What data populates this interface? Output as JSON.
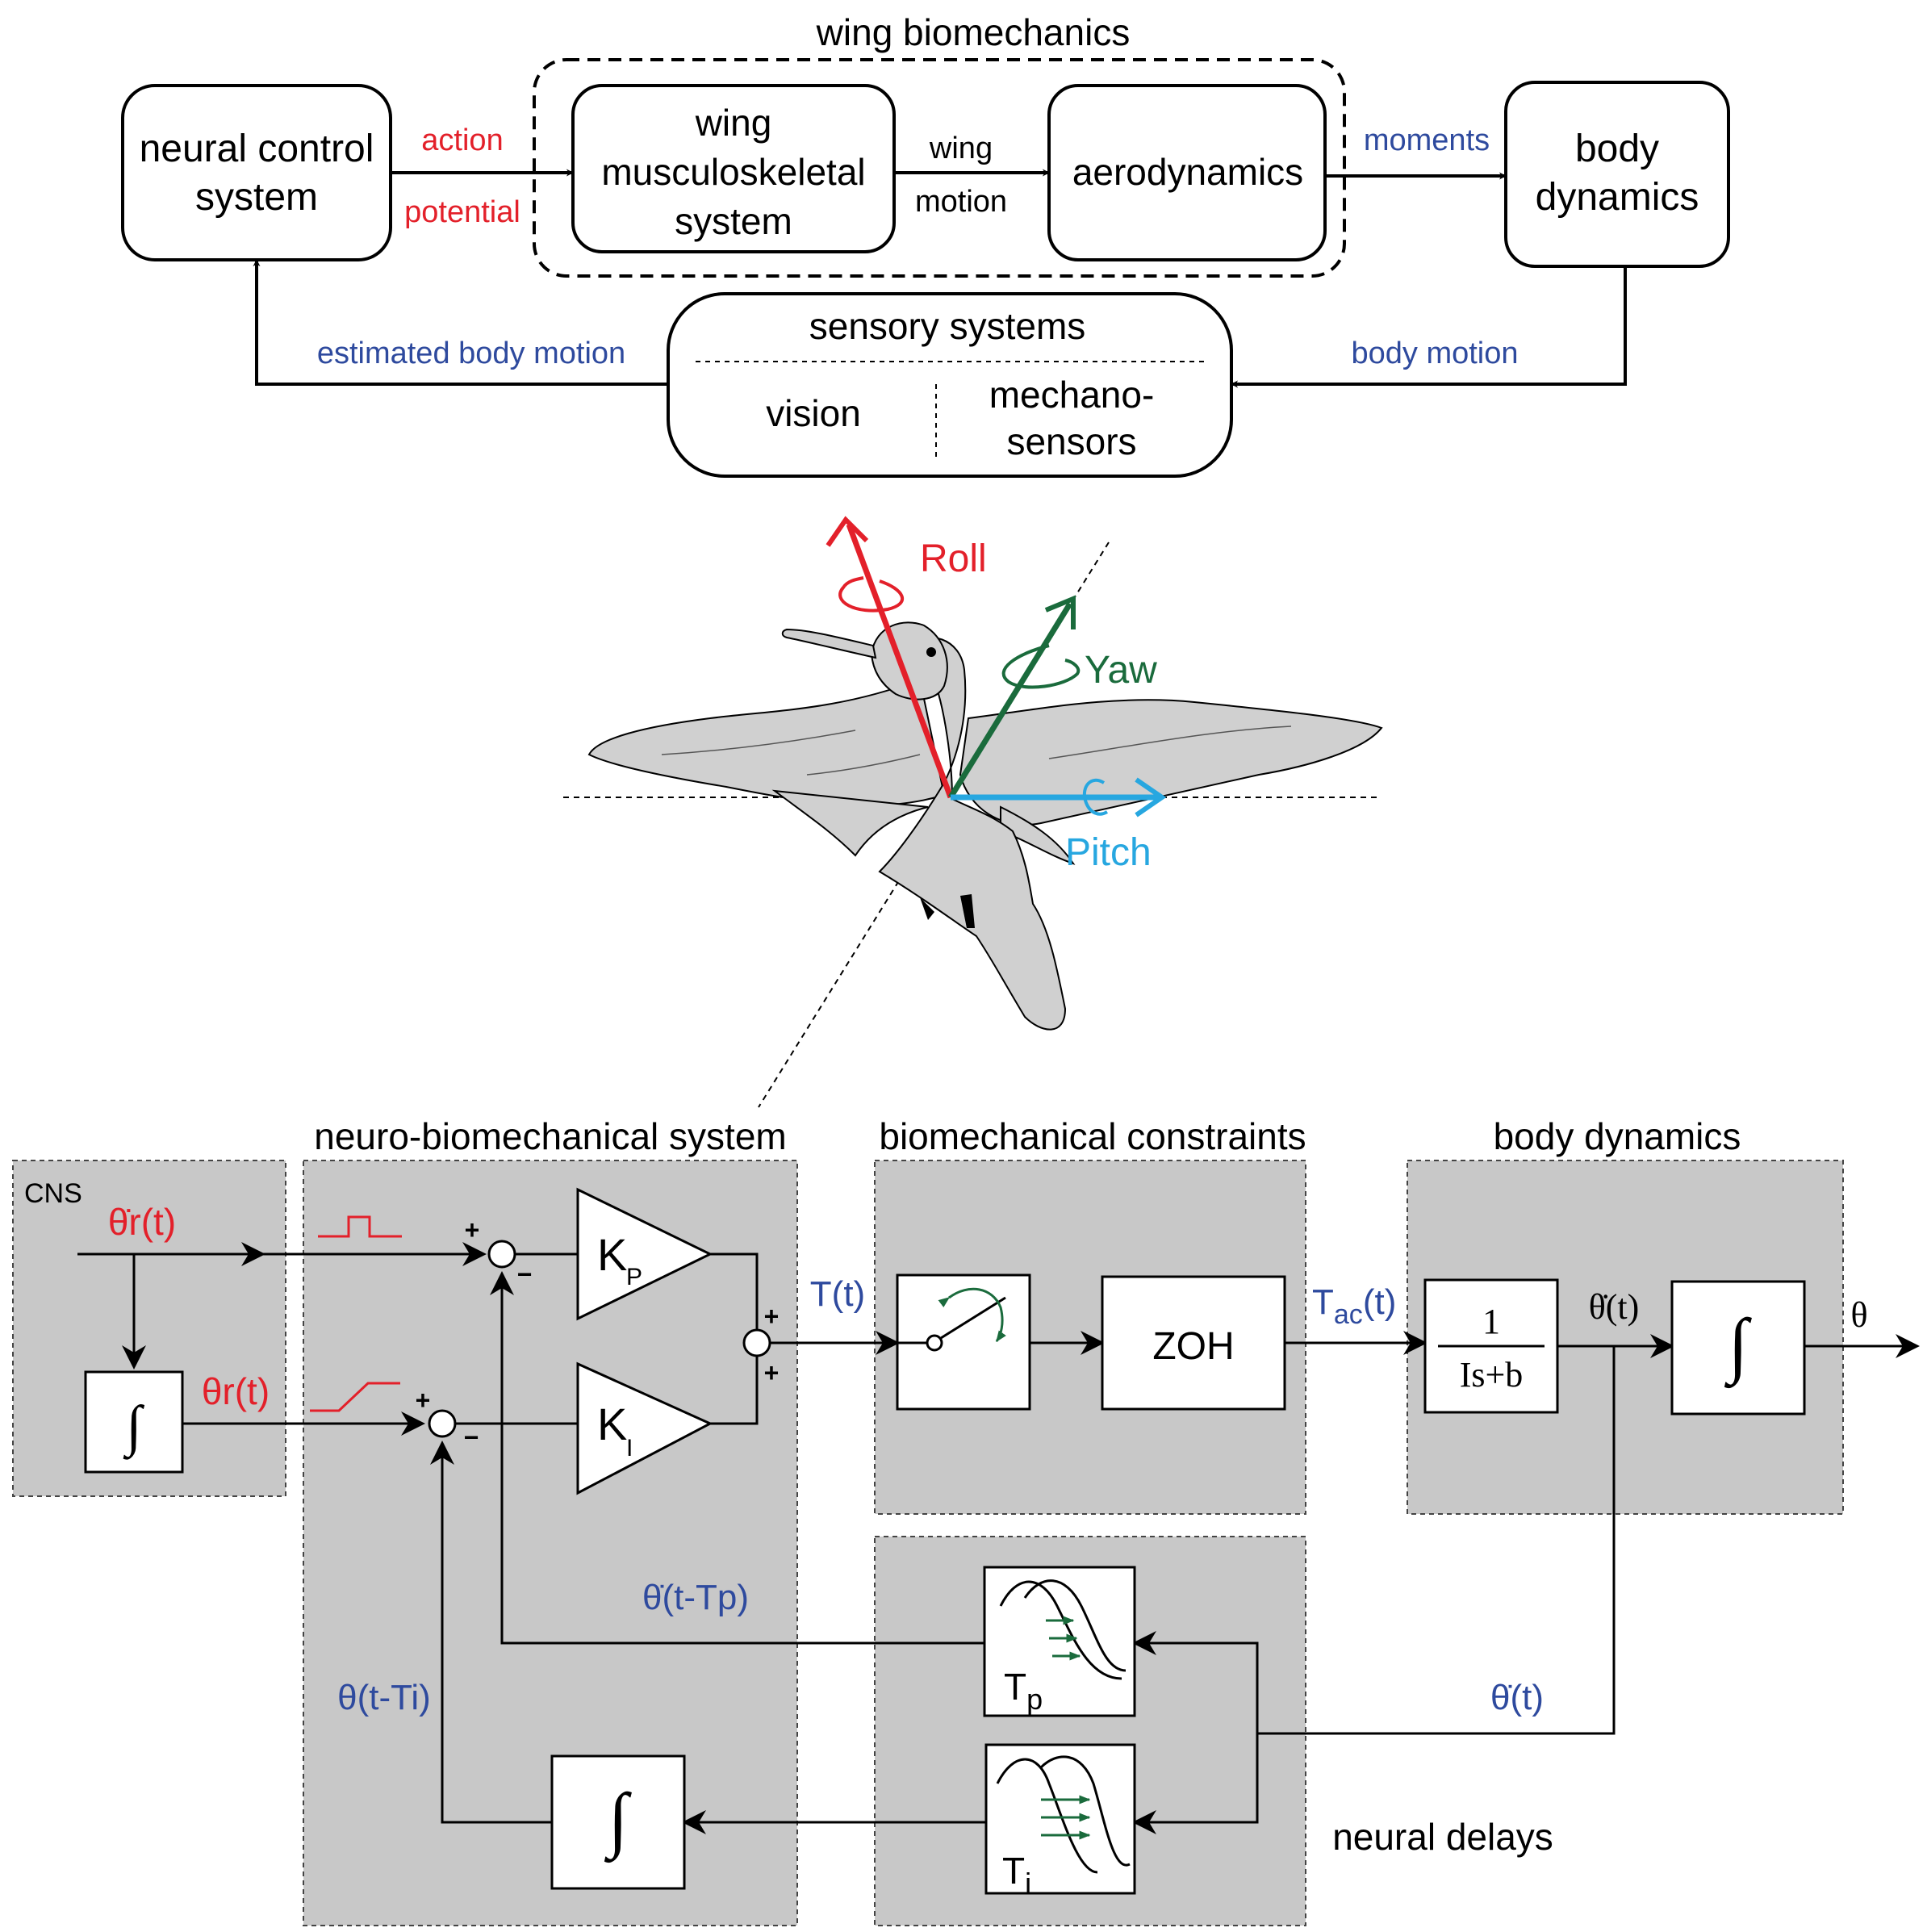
{
  "colors": {
    "red": "#e3202a",
    "blue": "#2e4a9e",
    "roll": "#e3202a",
    "yaw": "#1a6b3c",
    "pitch": "#27a7e0",
    "panel_gray": "#c8c8c8",
    "bird_gray": "#d0d0d0"
  },
  "top": {
    "wing_biomechanics_title": "wing biomechanics",
    "neural_control": [
      "neural control",
      "system"
    ],
    "action": "action",
    "potential": "potential",
    "wing_msk": [
      "wing",
      "musculoskeletal",
      "system"
    ],
    "wing_motion": [
      "wing",
      "motion"
    ],
    "aerodynamics": "aerodynamics",
    "moments": "moments",
    "body_dynamics": [
      "body",
      "dynamics"
    ],
    "sensory_systems": "sensory systems",
    "vision": "vision",
    "mechanosensors": [
      "mechano-",
      "sensors"
    ],
    "estimated_body_motion": "estimated body motion",
    "body_motion": "body motion"
  },
  "axes": {
    "roll": "Roll",
    "yaw": "Yaw",
    "pitch": "Pitch"
  },
  "bottom": {
    "cns": "CNS",
    "neuro_title": "neuro-biomechanical system",
    "constraints_title": "biomechanical constraints",
    "body_dyn_title": "body dynamics",
    "theta_dot_r": "θ̇r(t)",
    "theta_r": "θr(t)",
    "integral": "∫",
    "kp": "K",
    "kp_sub": "P",
    "ki": "K",
    "ki_sub": "I",
    "plus": "+",
    "minus": "−",
    "T_t": "T(t)",
    "zoh": "ZOH",
    "Tac_main": "T",
    "Tac_sub": "ac",
    "Tac_end": "(t)",
    "tf_num": "1",
    "tf_den": "Is+b",
    "theta_dot_t": "θ̇(t)",
    "theta": "θ",
    "theta_dot_tp": "θ̇(t-Tp)",
    "theta_t_ti": "θ(t-Ti)",
    "tp": "T",
    "tp_sub": "p",
    "ti": "T",
    "ti_sub": "i",
    "theta_dot_fb": "θ̇(t)",
    "neural_delays": "neural delays"
  }
}
